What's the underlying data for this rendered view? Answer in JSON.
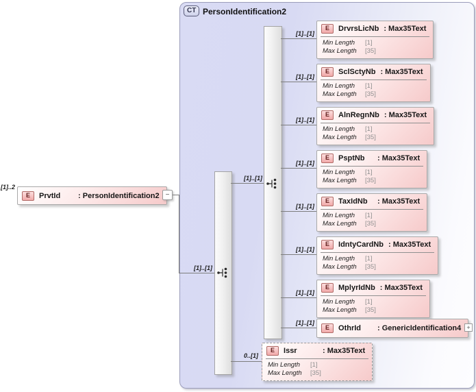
{
  "header": {
    "badge": "CT",
    "title": "PersonIdentification2"
  },
  "root": {
    "badge": "E",
    "name": "PrvtId",
    "type": ": PersonIdentification2",
    "cardinality": "[1]..2"
  },
  "connectors": {
    "root_to_sequence": "[1]..[1]",
    "sequence_to_choice": "[1]..[1]"
  },
  "labels": {
    "element_badge": "E",
    "min_length": "Min Length",
    "max_length": "Max Length",
    "collapse_glyph": "−",
    "expand_glyph": "+"
  },
  "children": [
    {
      "name": "DrvrsLicNb",
      "type": ": Max35Text",
      "cardinality": "[1]..[1]",
      "min": "[1]",
      "max": "[35]"
    },
    {
      "name": "SclSctyNb",
      "type": ": Max35Text",
      "cardinality": "[1]..[1]",
      "min": "[1]",
      "max": "[35]"
    },
    {
      "name": "AlnRegnNb",
      "type": ": Max35Text",
      "cardinality": "[1]..[1]",
      "min": "[1]",
      "max": "[35]"
    },
    {
      "name": "PsptNb",
      "type": ": Max35Text",
      "cardinality": "[1]..[1]",
      "min": "[1]",
      "max": "[35]"
    },
    {
      "name": "TaxIdNb",
      "type": ": Max35Text",
      "cardinality": "[1]..[1]",
      "min": "[1]",
      "max": "[35]"
    },
    {
      "name": "IdntyCardNb",
      "type": ": Max35Text",
      "cardinality": "[1]..[1]",
      "min": "[1]",
      "max": "[35]"
    },
    {
      "name": "MplyrIdNb",
      "type": ": Max35Text",
      "cardinality": "[1]..[1]",
      "min": "[1]",
      "max": "[35]"
    },
    {
      "name": "OthrId",
      "type": ": GenericIdentification4",
      "cardinality": "[1]..[1]"
    }
  ],
  "issr": {
    "name": "Issr",
    "type": ": Max35Text",
    "cardinality": "0..[1]",
    "min": "[1]",
    "max": "[35]"
  },
  "colors": {
    "panel_lavender": "#d9dbf4",
    "box_pink": "#f6caca",
    "badge_border": "#b06a66",
    "line_gray": "#7d7d7d"
  }
}
